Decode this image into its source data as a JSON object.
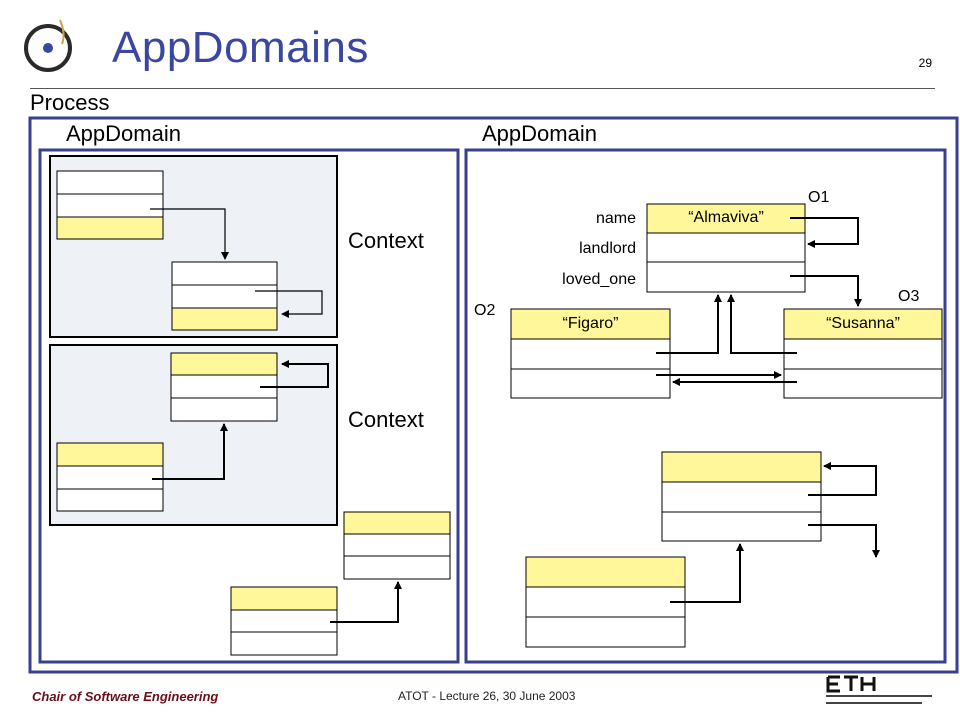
{
  "header": {
    "title": "AppDomains",
    "slide_number": "29"
  },
  "diagram": {
    "process_label": "Process",
    "appdomain_left_label": "AppDomain",
    "appdomain_right_label": "AppDomain",
    "context_top_label": "Context",
    "context_bottom_label": "Context",
    "objects": {
      "o1": {
        "label": "O1",
        "value": "“Almaviva”"
      },
      "o2": {
        "label": "O2",
        "value": "“Figaro”"
      },
      "o3": {
        "label": "O3",
        "value": "“Susanna”"
      }
    },
    "fields": [
      "name",
      "landlord",
      "loved_one"
    ]
  },
  "footer": {
    "chair": "Chair of Software Engineering",
    "lecture": "ATOT - Lecture 26, 30 June 2003"
  },
  "colors": {
    "title": "#3a47a0",
    "frame": "#3a3f8c",
    "context_fill": "#eef1f5",
    "highlight_cell": "#fff79a",
    "footer_brand": "#6b0f1a"
  },
  "icons": {
    "logo": "chair-logo-icon",
    "eth": "eth-logo-icon"
  }
}
